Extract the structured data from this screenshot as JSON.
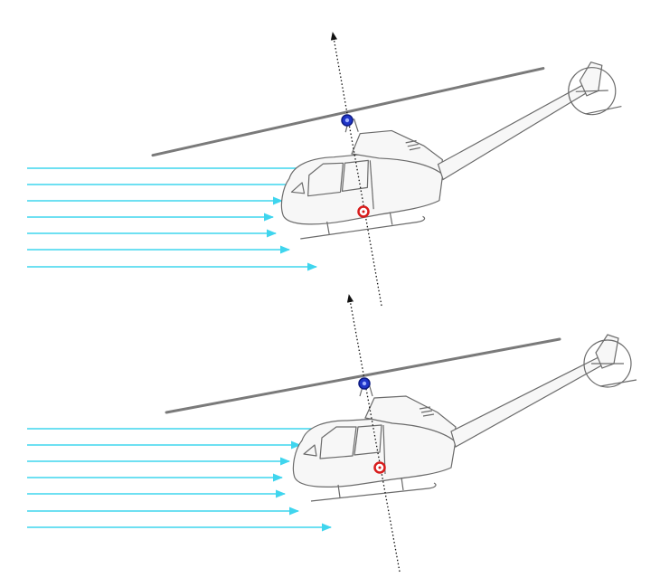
{
  "figure": {
    "panels": [
      {
        "id": "top",
        "tilt_deg": -6,
        "airflow_arrows": 7
      },
      {
        "id": "bottom",
        "tilt_deg": -13,
        "airflow_arrows": 7
      }
    ],
    "colors": {
      "airflow": "#3fd5ee",
      "rotor_hub": "#1f35c8",
      "center_of_gravity": "#d81c1c",
      "thrust_axis": "#111111",
      "helicopter_outline": "#6b6b6b"
    },
    "icons": [
      "airflow-arrow",
      "rotor-hub-marker",
      "center-of-gravity-marker",
      "thrust-axis-arrow"
    ]
  }
}
